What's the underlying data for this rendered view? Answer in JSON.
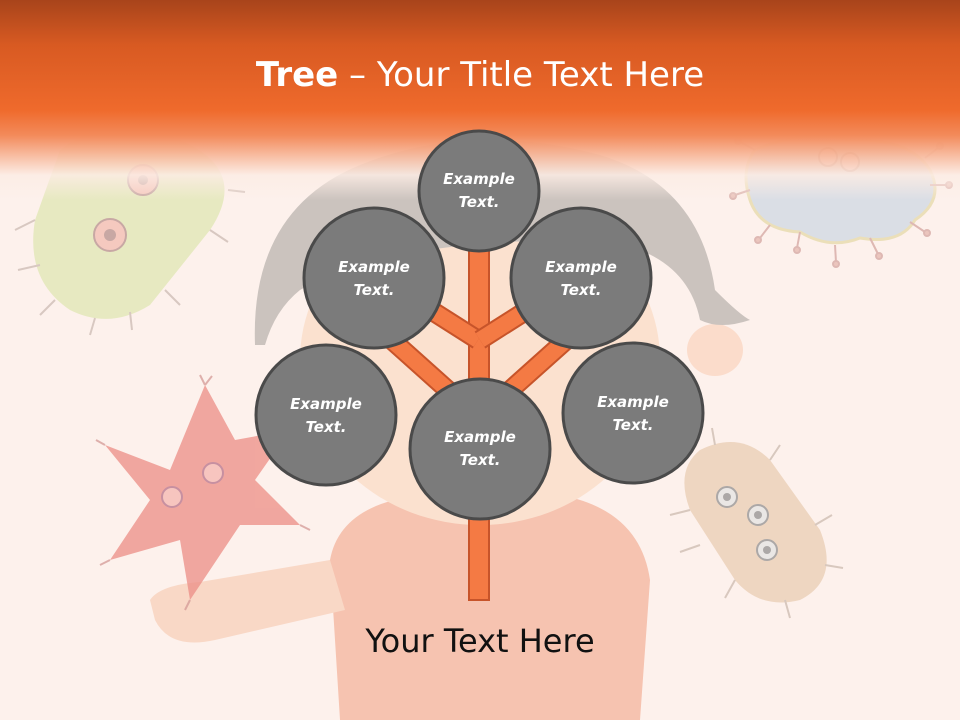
{
  "title": {
    "bold": "Tree",
    "dash": " – ",
    "rest": "Your Title Text Here"
  },
  "nodes": [
    {
      "id": "top",
      "line1": "Example",
      "line2": "Text."
    },
    {
      "id": "upper-left",
      "line1": "Example",
      "line2": "Text."
    },
    {
      "id": "upper-right",
      "line1": "Example",
      "line2": "Text."
    },
    {
      "id": "left",
      "line1": "Example",
      "line2": "Text."
    },
    {
      "id": "center",
      "line1": "Example",
      "line2": "Text."
    },
    {
      "id": "right",
      "line1": "Example",
      "line2": "Text."
    }
  ],
  "footer": "Your Text Here",
  "colors": {
    "header": "#ef6a2c",
    "node_fill": "#7b7b7b",
    "node_border": "#4a4a4a",
    "branch": "#f47a44",
    "branch_border": "#c7542a"
  }
}
